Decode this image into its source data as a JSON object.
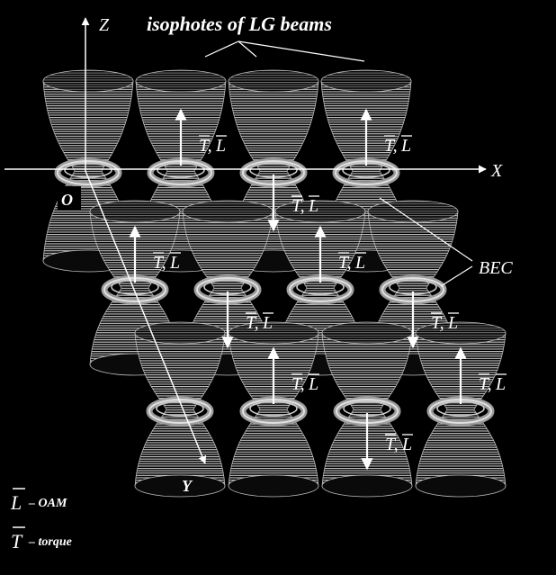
{
  "colors": {
    "background": "#000000",
    "mesh": "#cfcfcf",
    "ring": "#bdbdbd",
    "text": "#ffffff"
  },
  "labels": {
    "z_axis": "Z",
    "x_axis": "X",
    "y_axis": "Y",
    "origin": "O",
    "title": "isophotes of LG beams",
    "bec": "BEC",
    "vector_t": "T",
    "vector_l": "L",
    "legend_l_text": "– OAM",
    "legend_t_text": "– torque"
  },
  "vortices": [
    {
      "layer": 1,
      "column": 1,
      "direction": "none"
    },
    {
      "layer": 1,
      "column": 2,
      "direction": "up"
    },
    {
      "layer": 1,
      "column": 3,
      "direction": "down"
    },
    {
      "layer": 1,
      "column": 4,
      "direction": "up"
    },
    {
      "layer": 2,
      "column": 1,
      "direction": "up"
    },
    {
      "layer": 2,
      "column": 2,
      "direction": "down"
    },
    {
      "layer": 2,
      "column": 3,
      "direction": "up"
    },
    {
      "layer": 2,
      "column": 4,
      "direction": "down"
    },
    {
      "layer": 3,
      "column": 1,
      "direction": "none"
    },
    {
      "layer": 3,
      "column": 2,
      "direction": "up"
    },
    {
      "layer": 3,
      "column": 3,
      "direction": "down"
    },
    {
      "layer": 3,
      "column": 4,
      "direction": "up"
    }
  ]
}
